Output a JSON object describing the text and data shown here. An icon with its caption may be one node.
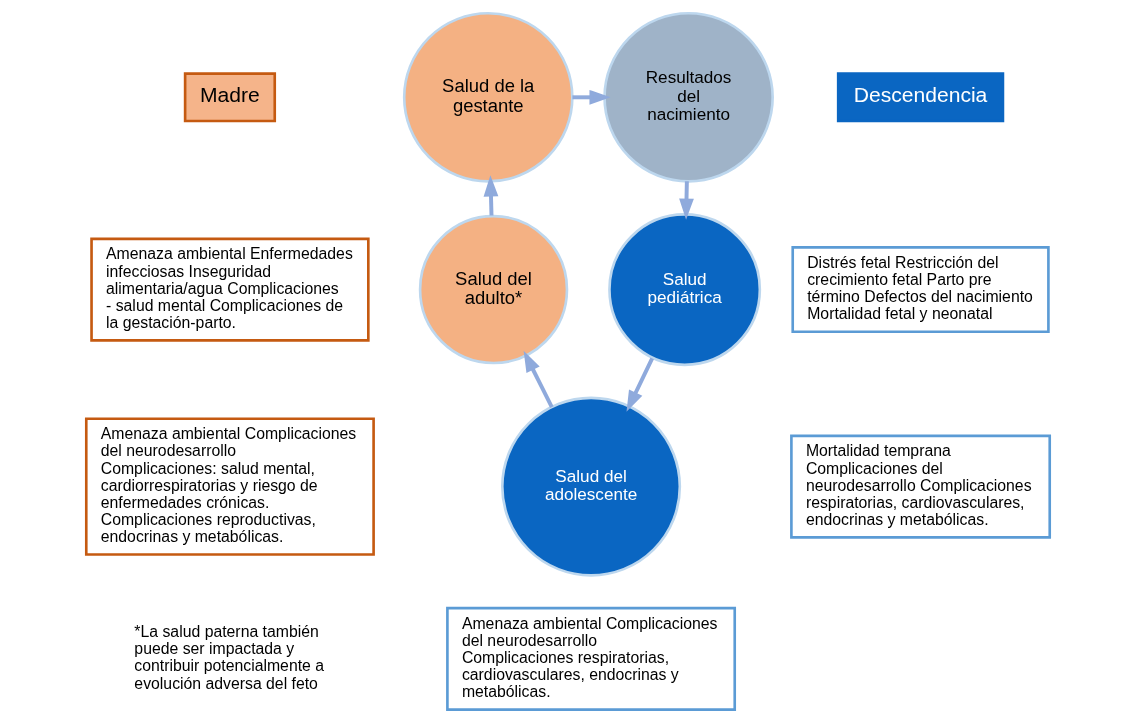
{
  "diagram": {
    "nodes": [
      {
        "text": [
          "Madre"
        ]
      },
      {
        "text": [
          "Amenaza ambiental Enfermedades infecciosas Inseguridad alimentaria/agua Complicaciones - salud mental Complicaciones de la gestación-parto."
        ]
      },
      {
        "text": [
          "Amenaza ambiental Complicaciones del neurodesarrollo Complicaciones: salud mental, cardiorrespiratorias y riesgo de enfermedades crónicas. Complicaciones reproductivas, endocrinas y metabólicas."
        ]
      },
      {
        "text": [
          "Salud de la gestante"
        ]
      },
      {
        "text": [
          "Resultados del nacimiento"
        ]
      },
      {
        "text": [
          "Salud pediátrica"
        ]
      },
      {
        "text": [
          "Salud del adolescente"
        ]
      },
      {
        "text": [
          "Salud del adulto*"
        ]
      },
      {
        "text": [
          "Descendencia"
        ]
      },
      {
        "text": [
          "Distrés fetal Restricción del crecimiento fetal Parto pre término Defectos del nacimiento Mortalidad fetal y neonatal"
        ]
      },
      {
        "text": [
          "Mortalidad temprana Complicaciones del neurodesarrollo Complicaciones respiratorias, cardiovasculares, endocrinas y metabólicas."
        ]
      },
      {
        "text": [
          "Amenaza ambiental Complicaciones del neurodesarrollo Complicaciones respiratorias, cardiovasculares, endocrinas y metabólicas."
        ]
      }
    ],
    "edges": [
      {
        "from": 3,
        "to": 4,
        "arrow": "to"
      },
      {
        "from": 4,
        "to": 5,
        "arrow": "to"
      },
      {
        "from": 5,
        "to": 6,
        "arrow": "to"
      },
      {
        "from": 6,
        "to": 7,
        "arrow": "to"
      },
      {
        "from": 7,
        "to": 3,
        "arrow": "to"
      }
    ],
    "labels": [
      "*La salud paterna también puede ser impactada y contribuir potencialmente a evolución adversa del feto"
    ]
  }
}
